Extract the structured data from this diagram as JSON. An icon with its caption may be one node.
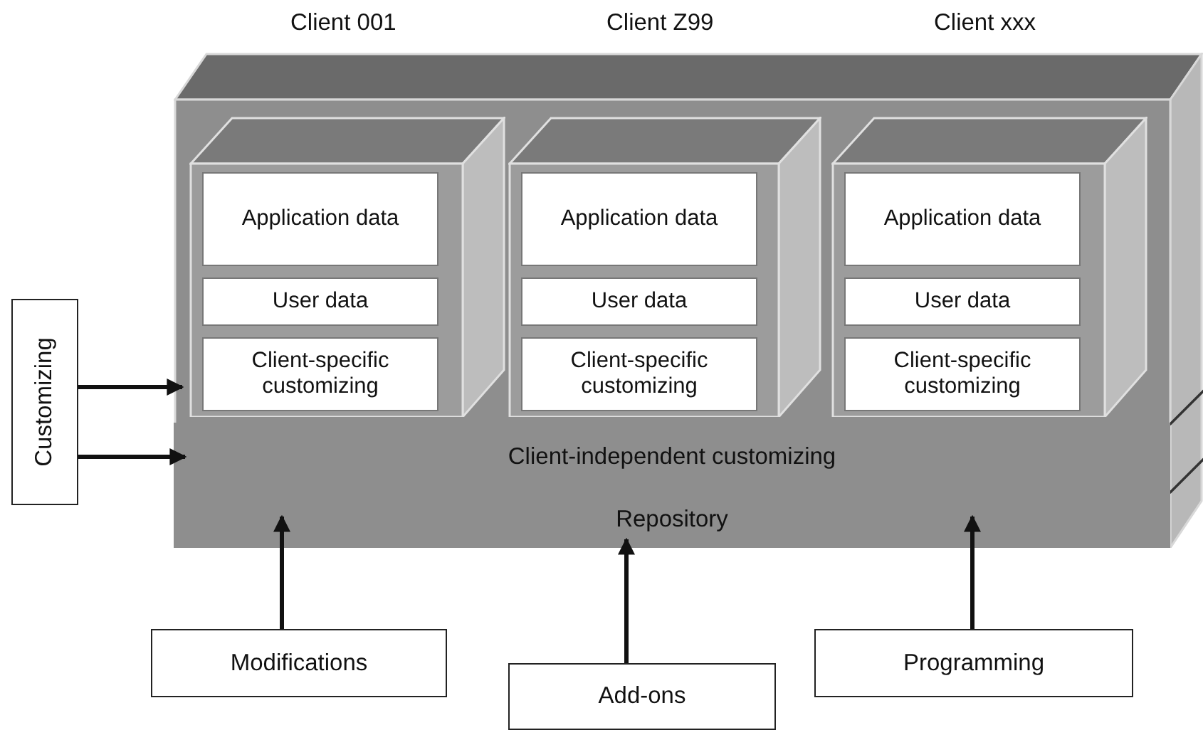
{
  "diagram": {
    "nodes": [
      {
        "text": [],
        "shape": "box"
      },
      {
        "text": [],
        "shape": "box",
        "in": 0
      },
      {
        "text": [
          "Application data"
        ],
        "in": 1
      },
      {
        "text": [
          "User data"
        ],
        "in": 1
      },
      {
        "text": [
          "Client-specific customizing"
        ],
        "in": 1
      },
      {
        "text": [],
        "shape": "box",
        "in": 0
      },
      {
        "text": [
          "Application data"
        ],
        "in": 5
      },
      {
        "text": [
          "User data"
        ],
        "in": 5
      },
      {
        "text": [
          "Client-specific customizing"
        ],
        "in": 5
      },
      {
        "text": [],
        "shape": "box",
        "in": 0
      },
      {
        "text": [
          "Application data"
        ],
        "in": 9
      },
      {
        "text": [
          "User data"
        ],
        "in": 9
      },
      {
        "text": [
          "Client-specific customizing"
        ],
        "in": 9
      },
      {
        "text": [
          "Client-independent customizing"
        ],
        "in": 0
      },
      {
        "text": [
          "Repository"
        ],
        "in": 0
      },
      {
        "text": [
          "Customizing"
        ]
      },
      {
        "text": [
          "Modifications"
        ]
      },
      {
        "text": [
          "Add-ons"
        ]
      },
      {
        "text": [
          "Programming"
        ]
      }
    ],
    "edges": [
      {
        "from": 15,
        "to": 0,
        "arrow": "to"
      },
      {
        "from": 15,
        "to": 13,
        "arrow": "to"
      },
      {
        "from": 16,
        "to": 14,
        "arrow": "to"
      },
      {
        "from": 17,
        "to": 14,
        "arrow": "to"
      },
      {
        "from": 18,
        "to": 14,
        "arrow": "to"
      }
    ],
    "labels": [
      "Client 001",
      "Client Z99",
      "Client xxx"
    ]
  }
}
